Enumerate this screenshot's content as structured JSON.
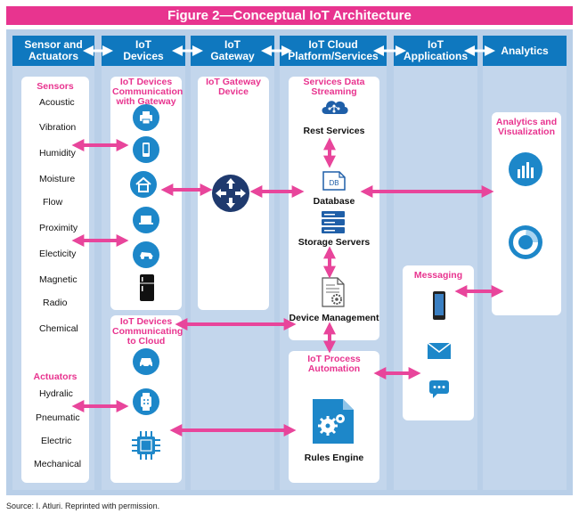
{
  "title": "Figure 2—Conceptual IoT Architecture",
  "headers": {
    "sensors": "Sensor and Actuators",
    "devices": "IoT Devices",
    "gateway": "IoT Gateway",
    "cloud": "IoT Cloud Platform/Services",
    "applications": "IoT Applications",
    "analytics": "Analytics"
  },
  "sensors": {
    "heading": "Sensors",
    "items": [
      "Acoustic",
      "Vibration",
      "Humidity",
      "Moisture",
      "Flow",
      "Proximity",
      "Electicity",
      "Magnetic",
      "Radio",
      "Chemical"
    ]
  },
  "actuators": {
    "heading": "Actuators",
    "items": [
      "Hydralic",
      "Pneumatic",
      "Electric",
      "Mechanical"
    ]
  },
  "devices": {
    "gateway_panel_title": "IoT Devices Communication with Gateway",
    "cloud_panel_title": "IoT Devices Communicating to Cloud",
    "gateway_icons": [
      "printer-icon",
      "phone-icon",
      "home-icon",
      "laptop-icon",
      "car-icon",
      "fridge-icon"
    ],
    "cloud_icons": [
      "car-icon",
      "watch-icon",
      "chip-icon"
    ]
  },
  "gateway": {
    "panel_title": "IoT Gateway Device",
    "icon": "router-icon"
  },
  "cloud": {
    "services_title": "Services Data Streaming",
    "rest": "Rest Services",
    "database": "Database",
    "db_glyph": "DB",
    "storage": "Storage Servers",
    "device_mgmt": "Device Management",
    "process_title": "IoT Process Automation",
    "rules": "Rules Engine"
  },
  "applications": {
    "messaging_title": "Messaging",
    "icons": [
      "smartphone-icon",
      "email-icon",
      "chat-icon"
    ]
  },
  "analytics": {
    "panel_title": "Analytics and Visualization",
    "icons": [
      "bar-chart-icon",
      "donut-chart-icon"
    ]
  },
  "colors": {
    "title_bg": "#e8348f",
    "header_bg": "#0f78bf",
    "arrow": "#e8459b",
    "icon_circle": "#1d87c9",
    "column_bg": "#c3d6ec",
    "frame_bg": "#b9cfe8"
  },
  "source": "Source:  I. Atluri. Reprinted with permission."
}
